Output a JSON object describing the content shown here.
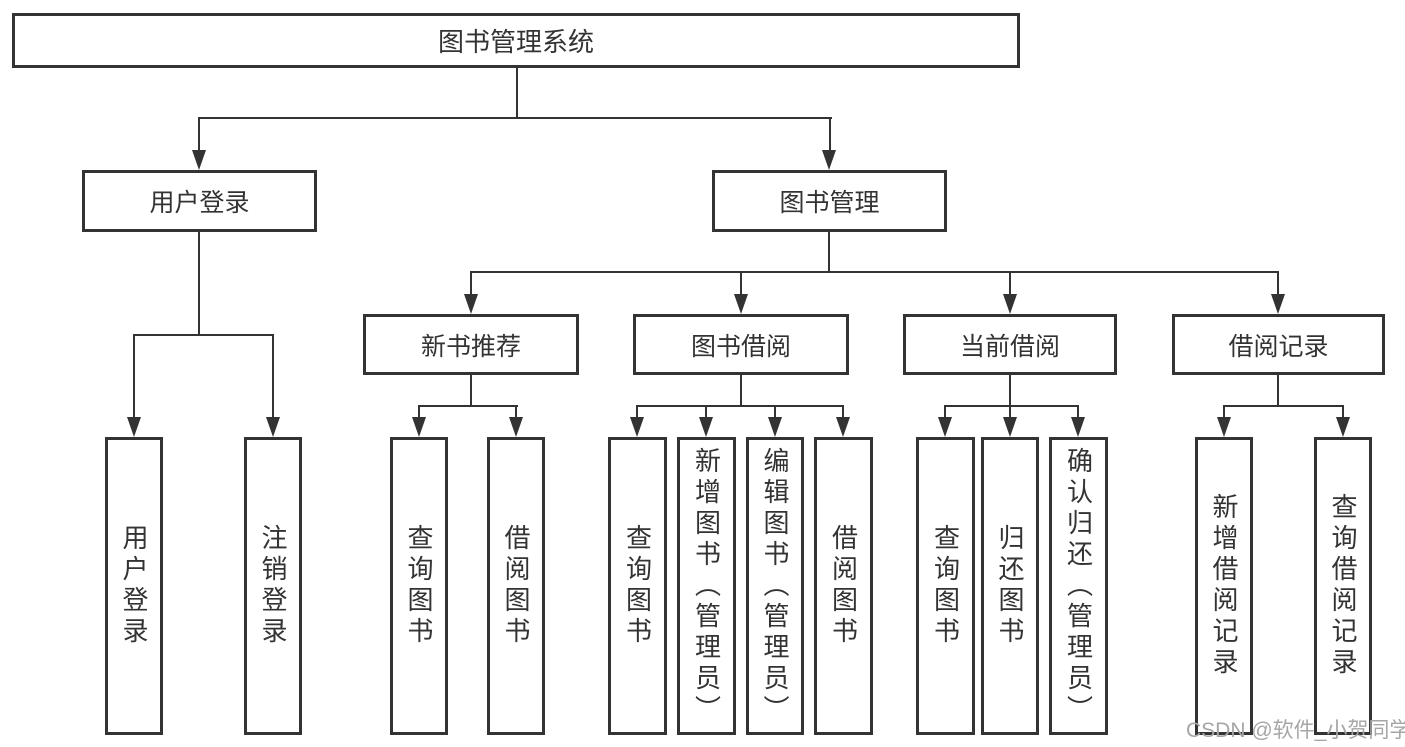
{
  "diagram": {
    "root": {
      "label": "图书管理系统"
    },
    "branches": [
      {
        "label": "用户登录",
        "children": [
          {
            "label": "用户登录"
          },
          {
            "label": "注销登录"
          }
        ]
      },
      {
        "label": "图书管理",
        "children": [
          {
            "label": "新书推荐",
            "children": [
              {
                "label": "查询图书"
              },
              {
                "label": "借阅图书"
              }
            ]
          },
          {
            "label": "图书借阅",
            "children": [
              {
                "label": "查询图书"
              },
              {
                "label": "新增图书（管理员）"
              },
              {
                "label": "编辑图书（管理员）"
              },
              {
                "label": "借阅图书"
              }
            ]
          },
          {
            "label": "当前借阅",
            "children": [
              {
                "label": "查询图书"
              },
              {
                "label": "归还图书"
              },
              {
                "label": "确认归还（管理员）"
              }
            ]
          },
          {
            "label": "借阅记录",
            "children": [
              {
                "label": "新增借阅记录"
              },
              {
                "label": "查询借阅记录"
              }
            ]
          }
        ]
      }
    ],
    "colors": {
      "line": "#333333",
      "text": "#333333",
      "box_background": "#ffffff",
      "watermark": "#a6a6a6",
      "background": "#ffffff"
    },
    "watermark": "CSDN @软件_小贺同学"
  }
}
